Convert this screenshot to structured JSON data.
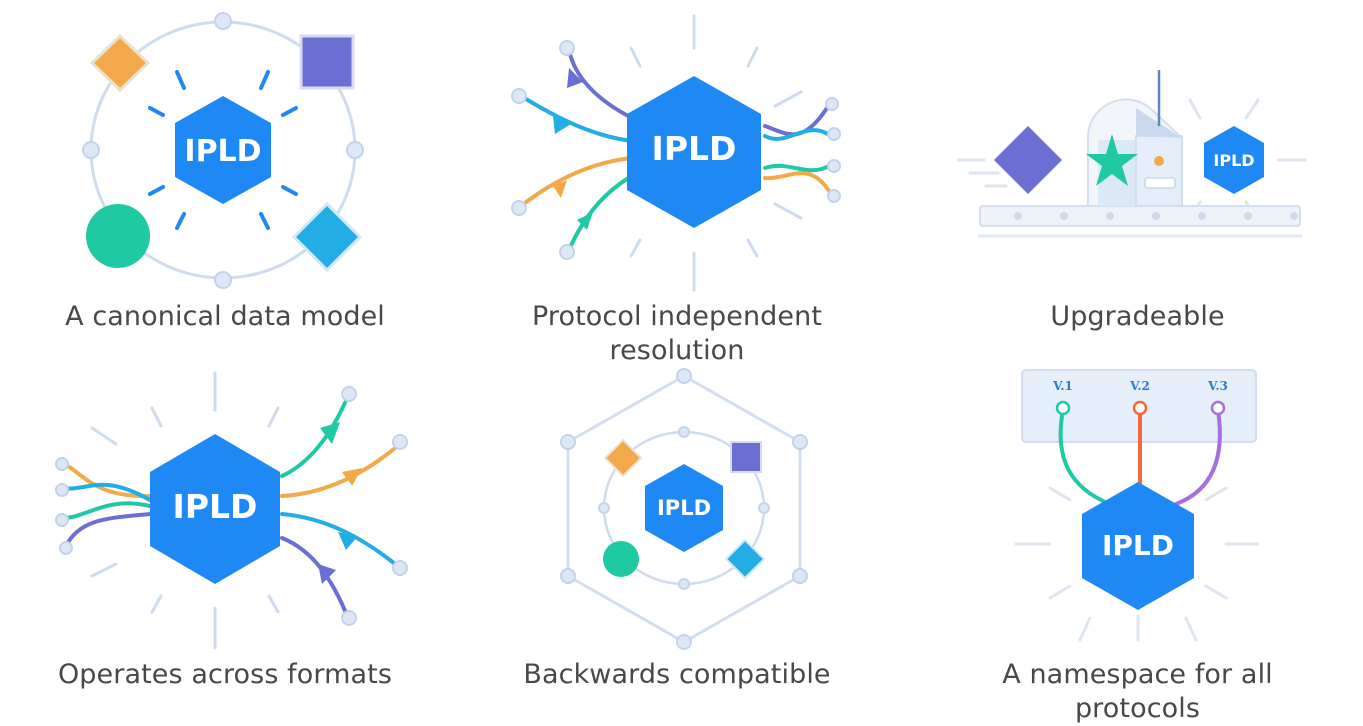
{
  "logo_text": "IPLD",
  "colors": {
    "primary": "#1e88f5",
    "orange": "#f3a94a",
    "purple": "#6b6fd4",
    "teal": "#1ec9a4",
    "cyan": "#22aee5",
    "line": "#cfdcee",
    "node": "#dde7f5"
  },
  "features": [
    {
      "title": "A canonical data model",
      "icon": "hexagon-with-shapes-orbit-icon"
    },
    {
      "title": "Protocol independent resolution",
      "icon": "arrows-converge-icon"
    },
    {
      "title": "Upgradeable",
      "icon": "conveyor-machine-icon"
    },
    {
      "title": "Operates across formats",
      "icon": "arrows-diverge-icon"
    },
    {
      "title": "Backwards compatible",
      "icon": "nested-hexagon-icon"
    },
    {
      "title": "A namespace for all protocols",
      "icon": "version-panel-icon"
    }
  ],
  "versions": [
    "V.1",
    "V.2",
    "V.3"
  ]
}
